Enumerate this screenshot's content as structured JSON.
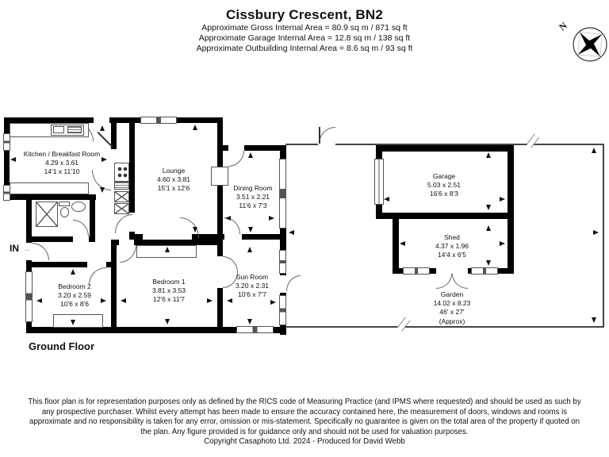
{
  "title": "Cissbury Crescent, BN2",
  "subtitle_lines": [
    "Approximate Gross Internal Area = 80.9 sq m / 871 sq ft",
    "Approximate Garage Internal Area = 12.8 sq m / 138 sq ft",
    "Approximate Outbuilding Internal Area = 8.6 sq m / 93 sq ft"
  ],
  "compass": {
    "north_label": "N"
  },
  "entry": {
    "label": "IN",
    "arrow": "→"
  },
  "floor_label": "Ground Floor",
  "rooms": [
    {
      "name": "Kitchen / Breakfast Room",
      "metric": "4.29 x 3.61",
      "imperial": "14'1 x 11'10"
    },
    {
      "name": "Lounge",
      "metric": "4.60 x 3.81",
      "imperial": "15'1 x 12'6"
    },
    {
      "name": "Dining Room",
      "metric": "3.51 x 2.21",
      "imperial": "11'6 x 7'3"
    },
    {
      "name": "Bedroom 2",
      "metric": "3.20 x 2.59",
      "imperial": "10'6 x 8'6"
    },
    {
      "name": "Bedroom 1",
      "metric": "3.81 x 3.53",
      "imperial": "12'6 x 11'7"
    },
    {
      "name": "Sun Room",
      "metric": "3.20 x 2.31",
      "imperial": "10'6 x 7'7"
    },
    {
      "name": "Garage",
      "metric": "5.03 x 2.51",
      "imperial": "16'6 x 8'3"
    },
    {
      "name": "Shed",
      "metric": "4.37 x 1.96",
      "imperial": "14'4 x 6'5"
    },
    {
      "name": "Garden",
      "metric": "14.02 x 8.23",
      "imperial": "46' x 27'",
      "note": "(Approx)"
    }
  ],
  "footer": {
    "disclaimer": "This floor plan is for representation purposes only as defined by the RICS code of Measuring Practice (and IPMS where requested) and should be used as such by any prospective purchaser. Whilst every attempt has been made to ensure the accuracy contained here, the measurement of doors, windows and rooms is approximate and no responsibility is taken for any error, omission or mis-statement. Specifically no guarantee is given on the total area of the property if quoted on the plan. Any figure provided is for guidance only and should not be used for valuation purposes.",
    "copyright": "Copyright Casaphoto Ltd. 2024 - Produced for David Webb"
  },
  "colors": {
    "wall": "#000000",
    "line": "#555555",
    "text": "#111111"
  }
}
